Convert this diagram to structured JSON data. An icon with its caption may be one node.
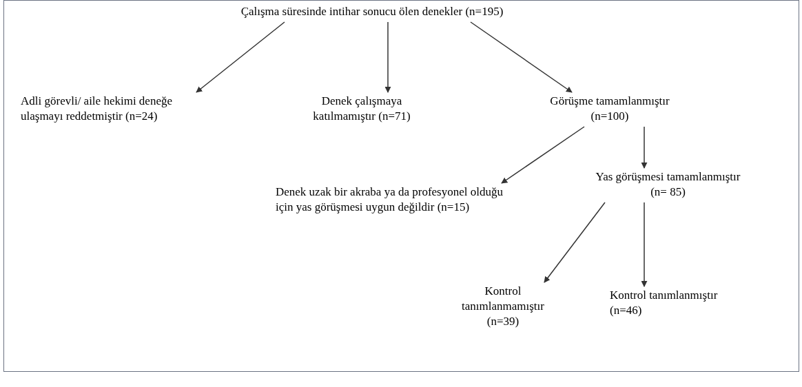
{
  "diagram": {
    "nodes": [
      {
        "text": [
          "Çalışma süresinde intihar sonucu ölen denekler (n=195)"
        ]
      },
      {
        "text": [
          "Adli görevli/ aile hekimi deneğe ulaşmayı reddetmiştir (n=24)"
        ]
      },
      {
        "text": [
          "Denek çalışmaya katılmamıştır (n=71)"
        ]
      },
      {
        "text": [
          "Görüşme tamamlanmıştır (n=100)"
        ]
      },
      {
        "text": [
          "Denek uzak bir akraba ya da profesyonel olduğu için yas görüşmesi uygun değildir (n=15)"
        ]
      },
      {
        "text": [
          "Yas görüşmesi tamamlanmıştır (n= 85)"
        ]
      },
      {
        "text": [
          "Kontrol tanımlanmamıştır (n=39)"
        ]
      },
      {
        "text": [
          "Kontrol tanımlanmıştır (n=46)"
        ]
      }
    ],
    "edges": [
      {
        "from": 0,
        "to": 1,
        "arrow": "to"
      },
      {
        "from": 0,
        "to": 2,
        "arrow": "to"
      },
      {
        "from": 0,
        "to": 3,
        "arrow": "to"
      },
      {
        "from": 3,
        "to": 4,
        "arrow": "to"
      },
      {
        "from": 3,
        "to": 5,
        "arrow": "to"
      },
      {
        "from": 5,
        "to": 6,
        "arrow": "to"
      },
      {
        "from": 5,
        "to": 7,
        "arrow": "to"
      }
    ]
  }
}
